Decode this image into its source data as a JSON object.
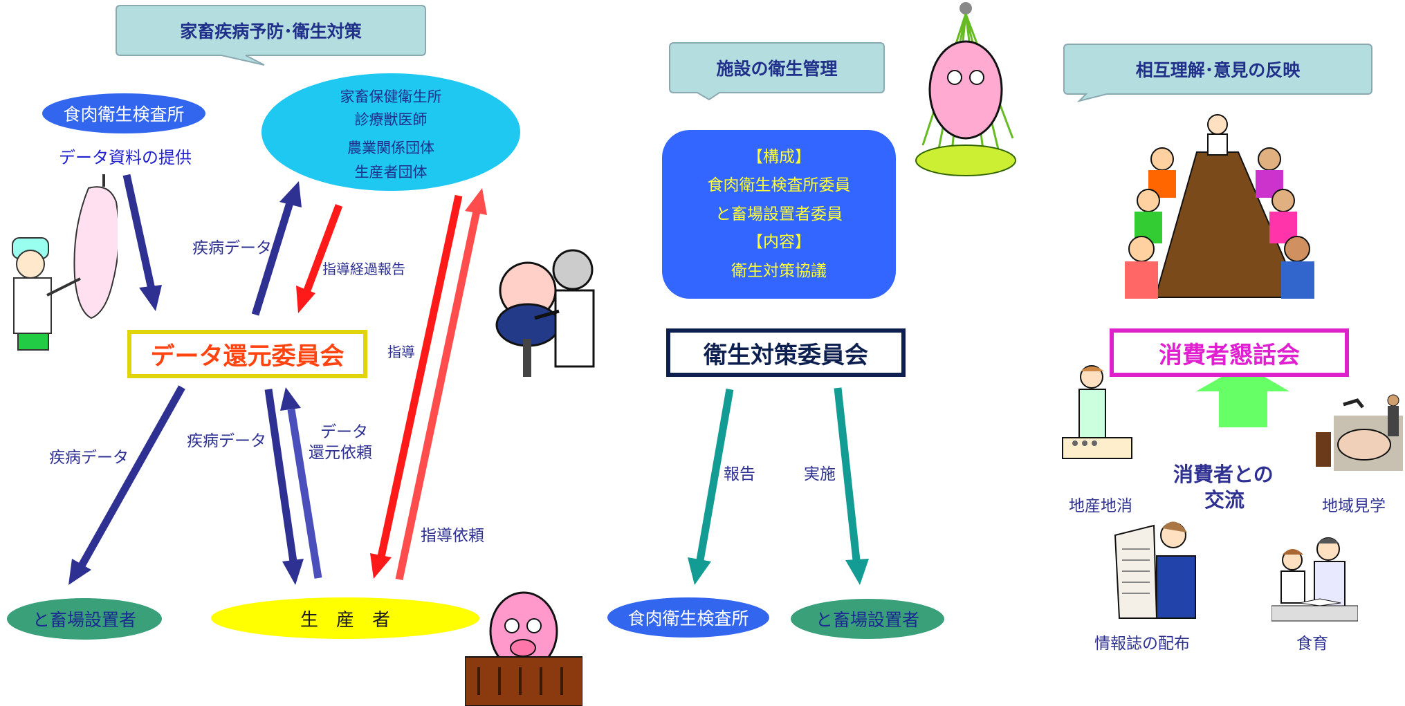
{
  "colors": {
    "callout_bg": "#b4dde0",
    "callout_border": "#8aa9b0",
    "navy_arrow": "#2e3192",
    "red_arrow": "#ff1a1a",
    "teal_arrow": "#129c94",
    "green_arrow": "#66ff66",
    "cyan_ellipse": "#1ec8f0",
    "blue_ellipse": "#3366ee",
    "green_ellipse": "#3aa07a",
    "yellow_ellipse": "#ffff00",
    "blue_box": "#3366ff"
  },
  "left": {
    "callout": "家畜疾病予防･衛生対策",
    "inspection_office": "食肉衛生検査所",
    "data_provision": "データ資料の提供",
    "stakeholders": [
      "家畜保健衛生所",
      "診療獣医師",
      "農業関係団体",
      "生産者団体"
    ],
    "committee": "データ還元委員会",
    "slaughterhouse": "と畜場設置者",
    "producer": "生　産　者",
    "arrow_labels": {
      "disease_data_up": "疾病データ",
      "guidance_progress": "指導経過報告",
      "guidance": "指導",
      "disease_data_left": "疾病データ",
      "disease_data_down": "疾病データ",
      "data_return_request": [
        "データ",
        "還元依頼"
      ],
      "guidance_request": "指導依頼"
    }
  },
  "middle": {
    "callout": "施設の衛生管理",
    "info_lines": [
      "【構成】",
      "食肉衛生検査所委員",
      "と畜場設置者委員",
      "【内容】",
      "衛生対策協議"
    ],
    "committee": "衛生対策委員会",
    "report": "報告",
    "implement": "実施",
    "inspection_office": "食肉衛生検査所",
    "slaughterhouse": "と畜場設置者"
  },
  "right": {
    "callout": "相互理解･意見の反映",
    "meeting": "消費者懇話会",
    "exchange": [
      "消費者との",
      "交流"
    ],
    "activities": {
      "local": "地産地消",
      "tour": "地域見学",
      "newsletter": "情報誌の配布",
      "food_education": "食育"
    }
  },
  "icons": [
    "inspector-with-carcass-icon",
    "vet-examining-pig-icon",
    "pig-in-pen-icon",
    "pig-in-shower-icon",
    "meeting-table-icon",
    "cook-icon",
    "farmer-with-cattle-icon",
    "reading-newspaper-icon",
    "parent-child-reading-icon"
  ]
}
